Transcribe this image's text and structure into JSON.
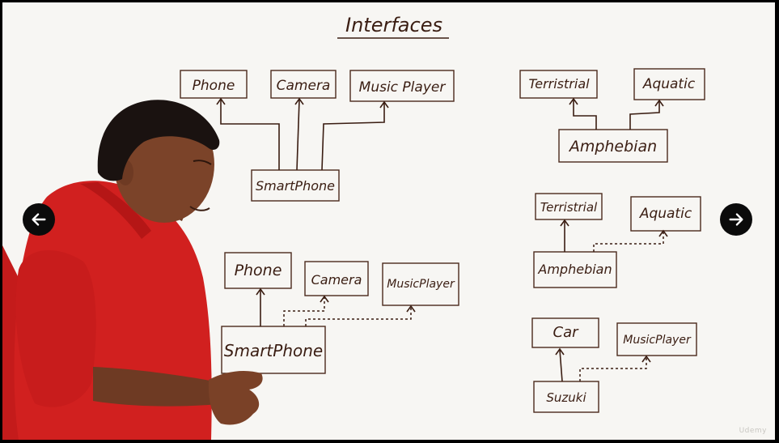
{
  "title": "Interfaces",
  "diagrams": {
    "top_left": {
      "parents": [
        "Phone",
        "Camera",
        "Music Player"
      ],
      "child": "SmartPhone"
    },
    "top_right": {
      "parents": [
        "Terristrial",
        "Aquatic"
      ],
      "child": "Amphebian"
    },
    "middle_right": {
      "parent": "Terristrial",
      "interface": "Aquatic",
      "child": "Amphebian"
    },
    "bottom_left": {
      "parent": "Phone",
      "interfaces": [
        "Camera",
        "MusicPlayer"
      ],
      "child": "SmartPhone"
    },
    "bottom_right": {
      "parent": "Car",
      "interface": "MusicPlayer",
      "child": "Suzuki"
    }
  },
  "nav": {
    "prev_icon": "arrow-left-icon",
    "next_icon": "arrow-right-icon"
  },
  "logo_text": "Udemy",
  "colors": {
    "ink": "#3a1d12",
    "board": "#f7f6f3",
    "shirt": "#cf1e1e",
    "nav_button": "#0b0b0b"
  }
}
